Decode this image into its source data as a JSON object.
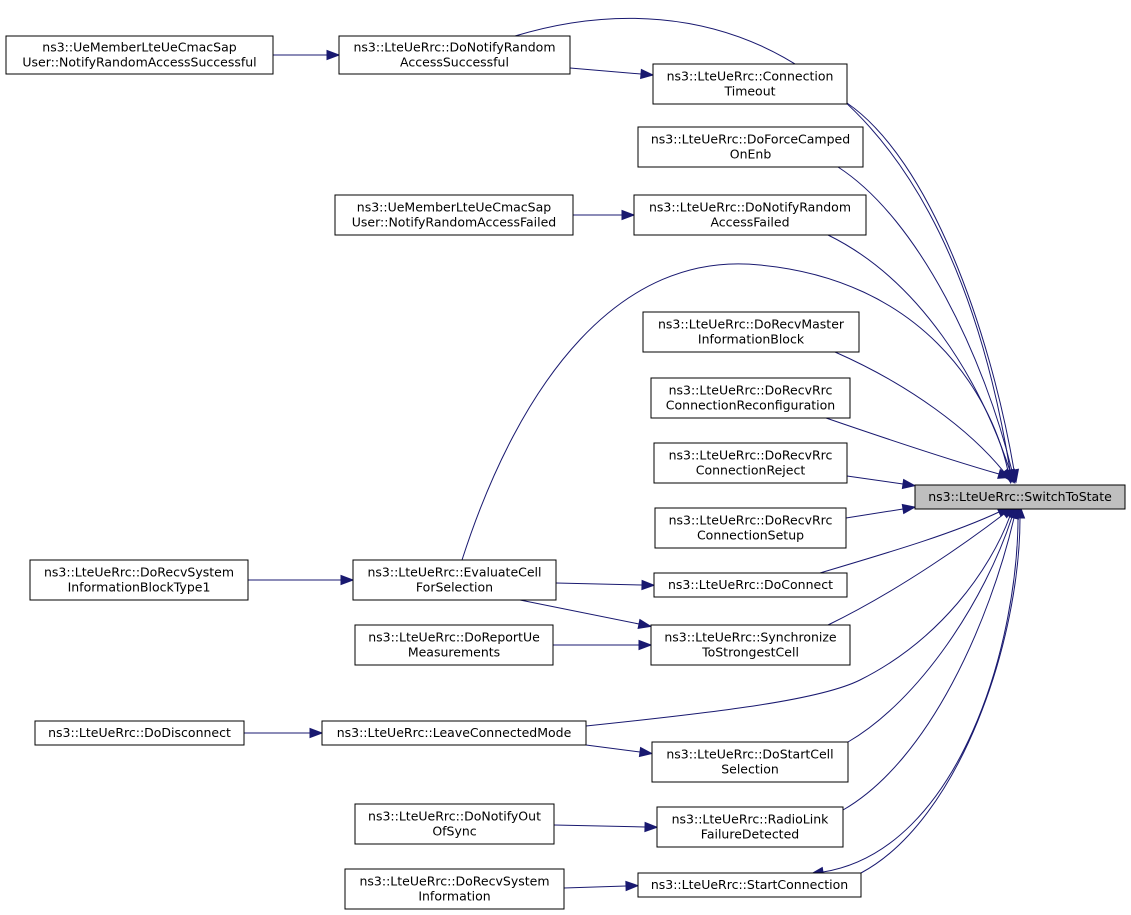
{
  "graph": {
    "type": "caller-graph",
    "nodes": [
      {
        "id": "switch",
        "lines": [
          "ns3::LteUeRrc::SwitchToState"
        ],
        "highlighted": true
      },
      {
        "id": "notifyRASuccess",
        "lines": [
          "ns3::LteUeRrc::DoNotifyRandom",
          "AccessSuccessful"
        ]
      },
      {
        "id": "cmacSuccess",
        "lines": [
          "ns3::UeMemberLteUeCmacSap",
          "User::NotifyRandomAccessSuccessful"
        ]
      },
      {
        "id": "connTimeout",
        "lines": [
          "ns3::LteUeRrc::Connection",
          "Timeout"
        ]
      },
      {
        "id": "forceCamped",
        "lines": [
          "ns3::LteUeRrc::DoForceCamped",
          "OnEnb"
        ]
      },
      {
        "id": "notifyRAFailed",
        "lines": [
          "ns3::LteUeRrc::DoNotifyRandom",
          "AccessFailed"
        ]
      },
      {
        "id": "cmacFailed",
        "lines": [
          "ns3::UeMemberLteUeCmacSap",
          "User::NotifyRandomAccessFailed"
        ]
      },
      {
        "id": "recvMIB",
        "lines": [
          "ns3::LteUeRrc::DoRecvMaster",
          "InformationBlock"
        ]
      },
      {
        "id": "recvReconf",
        "lines": [
          "ns3::LteUeRrc::DoRecvRrc",
          "ConnectionReconfiguration"
        ]
      },
      {
        "id": "recvReject",
        "lines": [
          "ns3::LteUeRrc::DoRecvRrc",
          "ConnectionReject"
        ]
      },
      {
        "id": "recvSetup",
        "lines": [
          "ns3::LteUeRrc::DoRecvRrc",
          "ConnectionSetup"
        ]
      },
      {
        "id": "evalCell",
        "lines": [
          "ns3::LteUeRrc::EvaluateCell",
          "ForSelection"
        ]
      },
      {
        "id": "recvSIB1",
        "lines": [
          "ns3::LteUeRrc::DoRecvSystem",
          "InformationBlockType1"
        ]
      },
      {
        "id": "doConnect",
        "lines": [
          "ns3::LteUeRrc::DoConnect"
        ]
      },
      {
        "id": "syncStrongest",
        "lines": [
          "ns3::LteUeRrc::Synchronize",
          "ToStrongestCell"
        ]
      },
      {
        "id": "reportUeMeas",
        "lines": [
          "ns3::LteUeRrc::DoReportUe",
          "Measurements"
        ]
      },
      {
        "id": "leaveConn",
        "lines": [
          "ns3::LteUeRrc::LeaveConnectedMode"
        ]
      },
      {
        "id": "doDisconnect",
        "lines": [
          "ns3::LteUeRrc::DoDisconnect"
        ]
      },
      {
        "id": "startCellSel",
        "lines": [
          "ns3::LteUeRrc::DoStartCell",
          "Selection"
        ]
      },
      {
        "id": "radioLinkFail",
        "lines": [
          "ns3::LteUeRrc::RadioLink",
          "FailureDetected"
        ]
      },
      {
        "id": "notifyOutOfSync",
        "lines": [
          "ns3::LteUeRrc::DoNotifyOut",
          "OfSync"
        ]
      },
      {
        "id": "startConn",
        "lines": [
          "ns3::LteUeRrc::StartConnection"
        ]
      },
      {
        "id": "recvSI",
        "lines": [
          "ns3::LteUeRrc::DoRecvSystem",
          "Information"
        ]
      }
    ],
    "edges": [
      {
        "from": "cmacSuccess",
        "to": "notifyRASuccess"
      },
      {
        "from": "notifyRASuccess",
        "to": "connTimeout"
      },
      {
        "from": "notifyRASuccess",
        "to": "switch"
      },
      {
        "from": "connTimeout",
        "to": "switch"
      },
      {
        "from": "forceCamped",
        "to": "switch"
      },
      {
        "from": "cmacFailed",
        "to": "notifyRAFailed"
      },
      {
        "from": "notifyRAFailed",
        "to": "switch"
      },
      {
        "from": "evalCell",
        "to": "switch"
      },
      {
        "from": "recvMIB",
        "to": "switch"
      },
      {
        "from": "recvReconf",
        "to": "switch"
      },
      {
        "from": "recvReject",
        "to": "switch"
      },
      {
        "from": "recvSetup",
        "to": "switch"
      },
      {
        "from": "recvSIB1",
        "to": "evalCell"
      },
      {
        "from": "evalCell",
        "to": "doConnect"
      },
      {
        "from": "evalCell",
        "to": "syncStrongest"
      },
      {
        "from": "doConnect",
        "to": "switch"
      },
      {
        "from": "reportUeMeas",
        "to": "syncStrongest"
      },
      {
        "from": "syncStrongest",
        "to": "switch"
      },
      {
        "from": "doDisconnect",
        "to": "leaveConn"
      },
      {
        "from": "leaveConn",
        "to": "switch"
      },
      {
        "from": "leaveConn",
        "to": "startCellSel"
      },
      {
        "from": "startCellSel",
        "to": "switch"
      },
      {
        "from": "notifyOutOfSync",
        "to": "radioLinkFail"
      },
      {
        "from": "radioLinkFail",
        "to": "switch"
      },
      {
        "from": "switch",
        "to": "startConn"
      },
      {
        "from": "startConn",
        "to": "switch"
      },
      {
        "from": "recvSI",
        "to": "startConn"
      }
    ]
  }
}
